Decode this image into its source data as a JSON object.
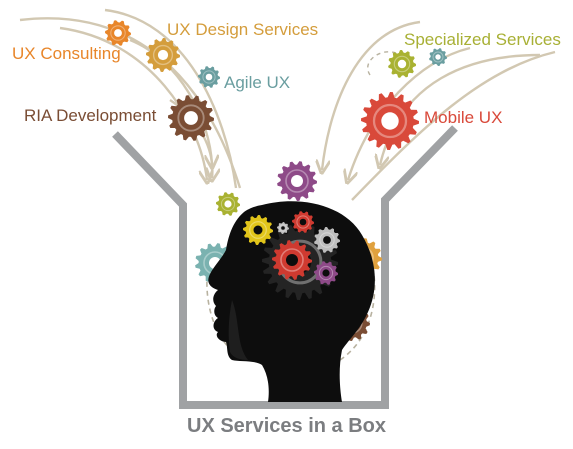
{
  "labels": {
    "ux_consulting": "UX Consulting",
    "ux_design_services": "UX Design Services",
    "agile_ux": "Agile UX",
    "ria_development": "RIA Development",
    "specialized_services": "Specialized Services",
    "mobile_ux": "Mobile UX"
  },
  "caption": "UX Services in a Box",
  "colors": {
    "ux_consulting": "#e8862a",
    "ux_design_services": "#d49d3c",
    "agile_ux": "#6a9ea0",
    "ria_development": "#7a4d34",
    "specialized_services": "#a8b035",
    "mobile_ux": "#d9493a",
    "box": "#a0a2a4",
    "arrow": "#d2c8b2",
    "head": "#0d0d0d",
    "purple": "#8e4a88",
    "yellow_gear": "#e2c51a",
    "red_gear": "#cf3a30",
    "light_gear": "#bdbdbd",
    "teal_gear": "#7ab2b0",
    "orange_gear": "#e0a13e",
    "green_gear": "#a9b232",
    "caption": "#7b7d80"
  }
}
